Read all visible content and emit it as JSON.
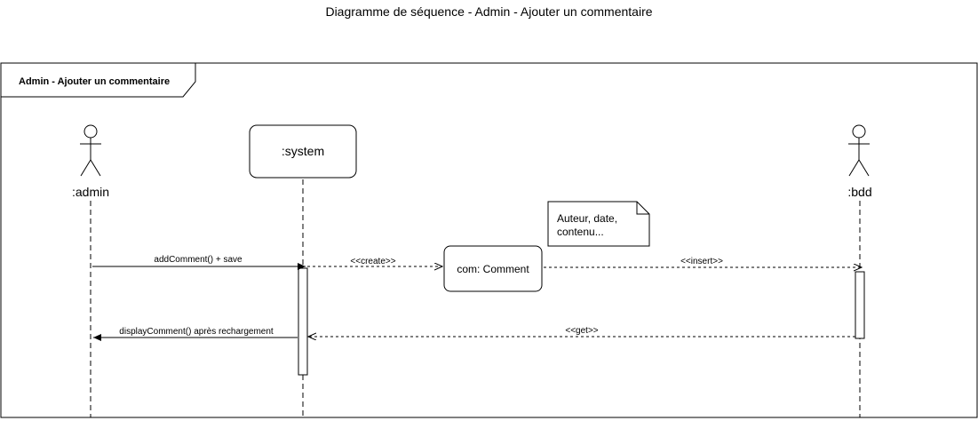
{
  "title": "Diagramme de séquence - Admin - Ajouter un commentaire",
  "frame": {
    "label": "Admin - Ajouter un commentaire"
  },
  "participants": {
    "admin": ":admin",
    "system": ":system",
    "bdd": ":bdd",
    "comment": "com: Comment"
  },
  "note": {
    "lines": [
      "Auteur, date,",
      "contenu..."
    ]
  },
  "messages": {
    "add_comment": "addComment() + save",
    "create": "<<create>>",
    "insert": "<<insert>>",
    "get": "<<get>>",
    "display_comment": "displayComment() après rechargement"
  }
}
